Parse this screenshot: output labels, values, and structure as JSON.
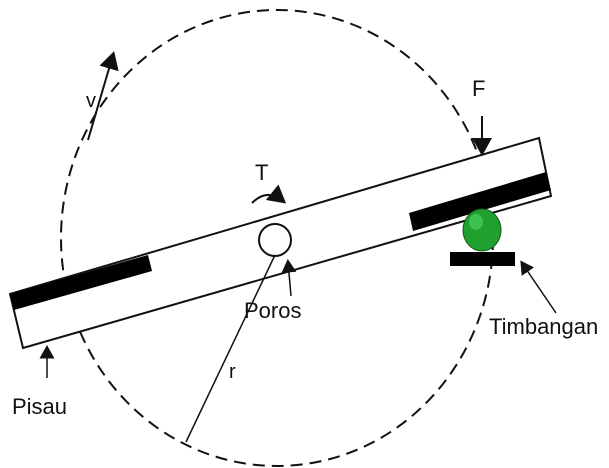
{
  "diagram": {
    "labels": {
      "velocity": "v",
      "force": "F",
      "torque": "T",
      "axle": "Poros",
      "radius": "r",
      "scale": "Timbangan",
      "blade": "Pisau"
    },
    "colors": {
      "line": "#111111",
      "blade_edge": "#000000",
      "fruit": "#1fa02f",
      "fruit_highlight": "#48d060",
      "background": "#ffffff"
    }
  }
}
